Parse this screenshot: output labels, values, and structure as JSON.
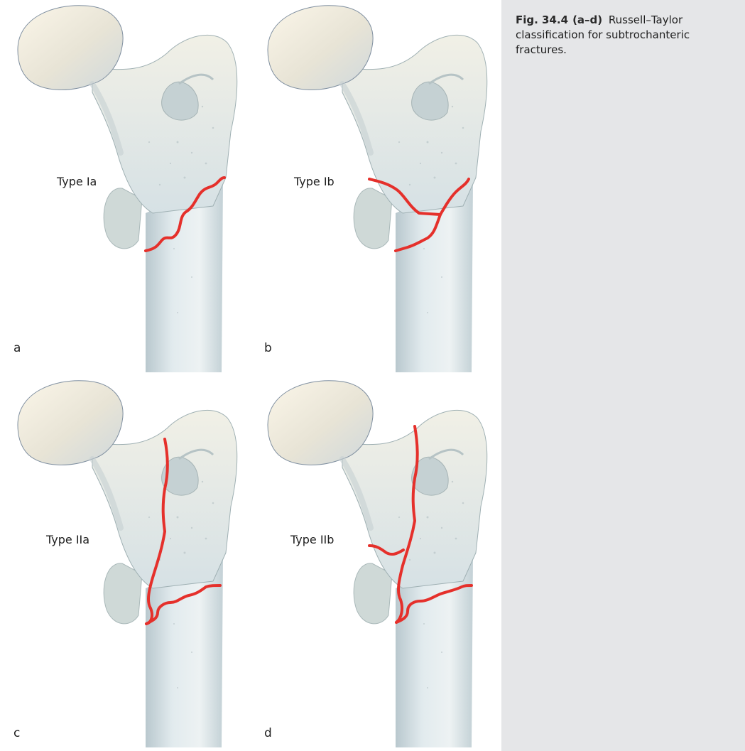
{
  "caption": {
    "figure_number": "Fig. 34.4",
    "parts": "(a–d)",
    "text": "Russell–Taylor classification for subtrochanteric fractures."
  },
  "panels": [
    {
      "letter": "a",
      "type_label": "Type Ia"
    },
    {
      "letter": "b",
      "type_label": "Type Ib"
    },
    {
      "letter": "c",
      "type_label": "Type IIa"
    },
    {
      "letter": "d",
      "type_label": "Type IIb"
    }
  ],
  "colors": {
    "fracture_line": "#e5302b",
    "bone": "#dde6ea",
    "caption_panel": "#e5e6e8"
  }
}
